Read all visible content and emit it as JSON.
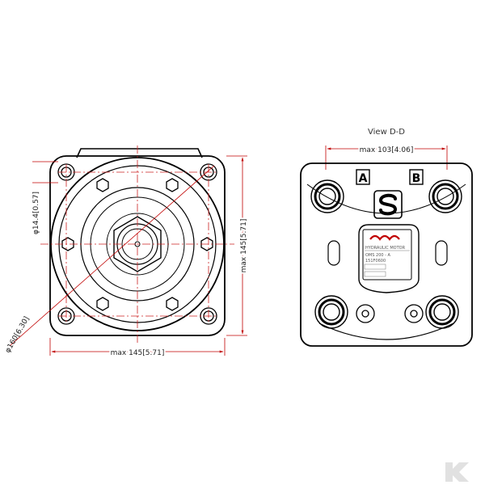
{
  "front_view": {
    "bolt_hole_dim": "φ14.4[0.57]",
    "pcd_dim": "φ160[6.30]",
    "width_dim": "max 145[5.71]",
    "height_dim": "max 145[5.71]"
  },
  "rear_view": {
    "view_title": "View D-D",
    "width_dim": "max 103[4.06]",
    "port_a": "A",
    "port_b": "B",
    "nameplate": {
      "line1": "HYDRAULIC MOTOR",
      "line2": "OMS 200 - A",
      "line3": "151F0600"
    }
  },
  "colors": {
    "outline": "#000000",
    "dimension": "#c00000",
    "centerline": "#cc2222"
  }
}
